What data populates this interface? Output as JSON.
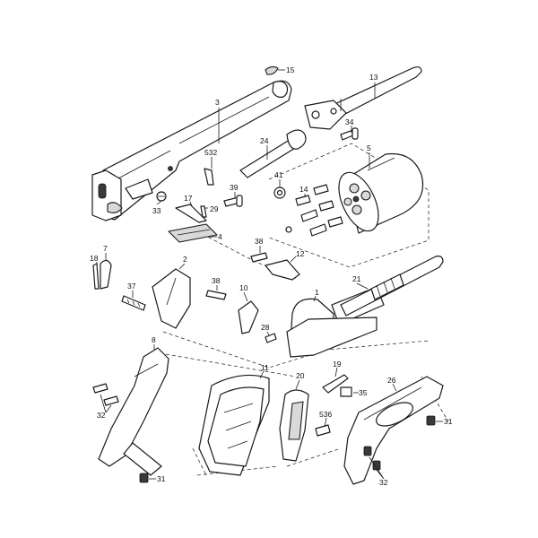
{
  "callouts": {
    "c3": "3",
    "c15": "15",
    "c13": "13",
    "c34": "34",
    "c24": "24",
    "c532": "532",
    "c5": "5",
    "c41": "41",
    "c14": "14",
    "c33": "33",
    "c17": "17",
    "c29": "29",
    "c39": "39",
    "c4": "4",
    "c7": "7",
    "c18": "18",
    "c2": "2",
    "c38a": "38",
    "c12": "12",
    "c37": "37",
    "c38b": "38",
    "c10": "10",
    "c21": "21",
    "c1": "1",
    "c28": "28",
    "c8": "8",
    "c11": "11",
    "c20": "20",
    "c19": "19",
    "c35": "35",
    "c26": "26",
    "c32a": "32",
    "c536": "536",
    "c31a": "31",
    "c31b": "31",
    "c32b": "32"
  }
}
